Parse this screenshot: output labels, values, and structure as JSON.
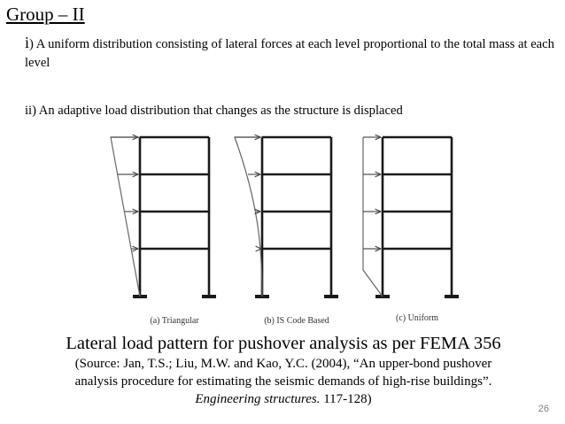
{
  "slide": {
    "heading": "Group – II",
    "item1_marker": "i",
    "item1_text": ") A uniform distribution consisting of lateral forces at each level proportional to the total mass at each level",
    "item2_text": "ii) An adaptive load distribution that changes as the structure is displaced",
    "figure": {
      "frames": [
        {
          "label": "(a) Triangular"
        },
        {
          "label": "(b) IS Code Based"
        },
        {
          "label": "(c) Uniform"
        }
      ]
    },
    "caption_title": "Lateral load pattern for pushover analysis as per FEMA 356",
    "caption_source_prefix": "(Source: Jan, T.S.; Liu, M.W. and Kao, Y.C. (2004), “An upper-bond pushover analysis procedure for estimating the seismic demands of high-rise buildings”. ",
    "caption_source_journal": "Engineering structures.",
    "caption_source_suffix": " 117-128)",
    "page_number": "26"
  }
}
